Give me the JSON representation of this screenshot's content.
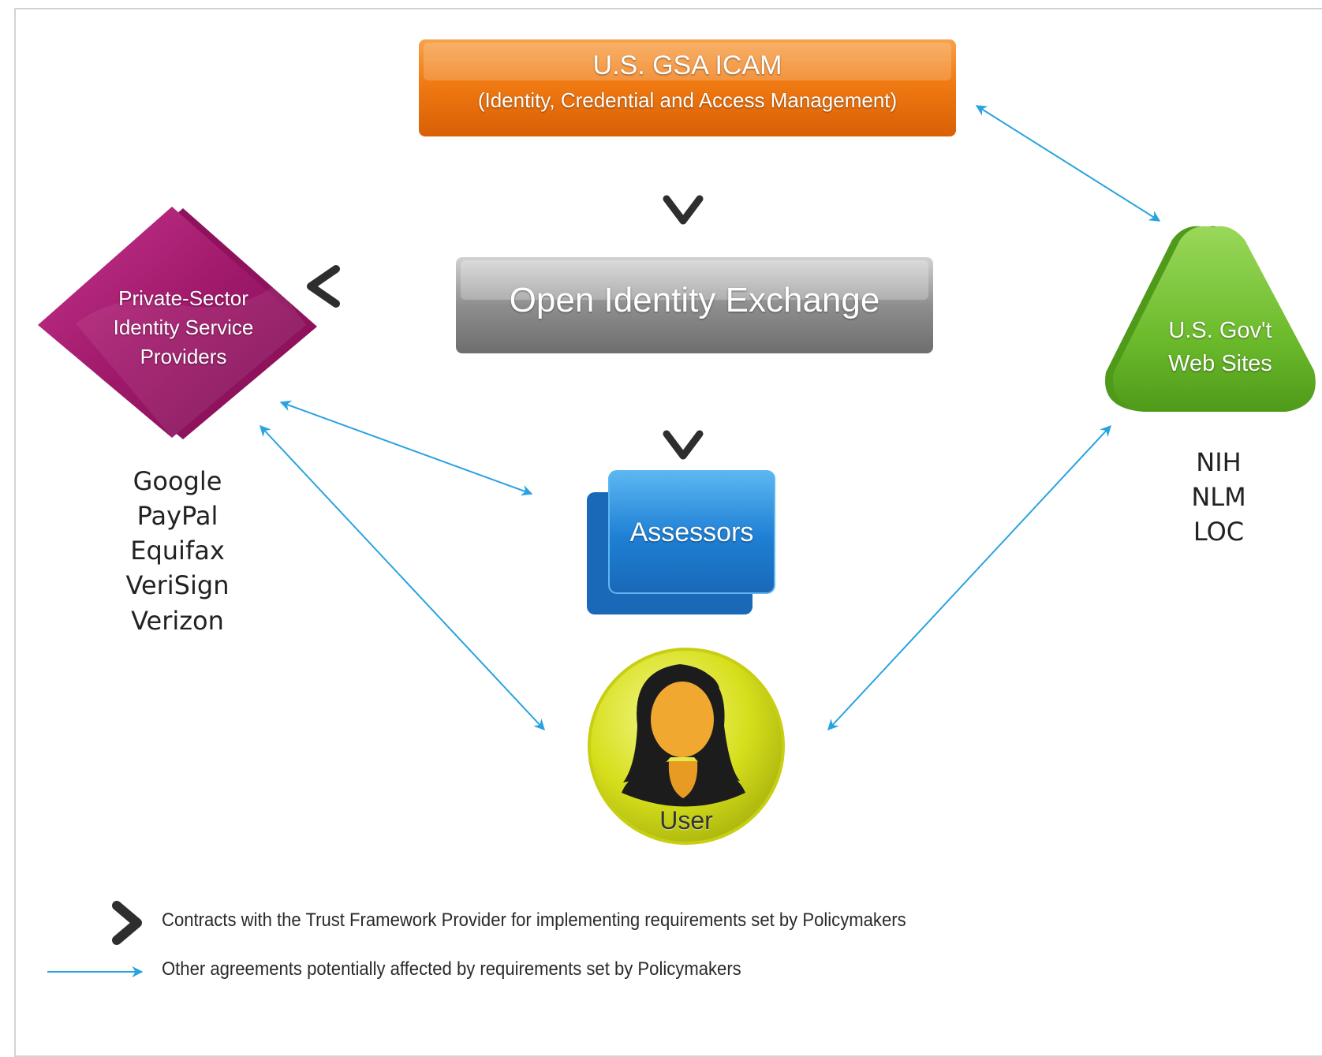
{
  "icam": {
    "title": "U.S. GSA ICAM",
    "subtitle": "(Identity, Credential and Access Management)",
    "color": "#f07a12"
  },
  "oix": {
    "title": "Open Identity Exchange",
    "color": "#8c8c8c"
  },
  "private_sector": {
    "label_lines": [
      "Private-Sector",
      "Identity Service",
      "Providers"
    ],
    "color": "#a0196b",
    "members": [
      "Google",
      "PayPal",
      "Equifax",
      "VeriSign",
      "Verizon"
    ]
  },
  "gov_sites": {
    "label_lines": [
      "U.S. Gov't",
      "Web Sites"
    ],
    "color": "#6cbb2c",
    "members": [
      "NIH",
      "NLM",
      "LOC"
    ]
  },
  "assessors": {
    "title": "Assessors",
    "color": "#1e7fd4"
  },
  "user": {
    "title": "User",
    "color": "#d7df1c"
  },
  "legend": {
    "contracts": "Contracts with the Trust Framework Provider for implementing requirements set by Policymakers",
    "agreements": "Other agreements potentially affected by requirements set by Policymakers",
    "contract_arrow_color": "#3a3a3a",
    "agreement_arrow_color": "#29a3df"
  }
}
